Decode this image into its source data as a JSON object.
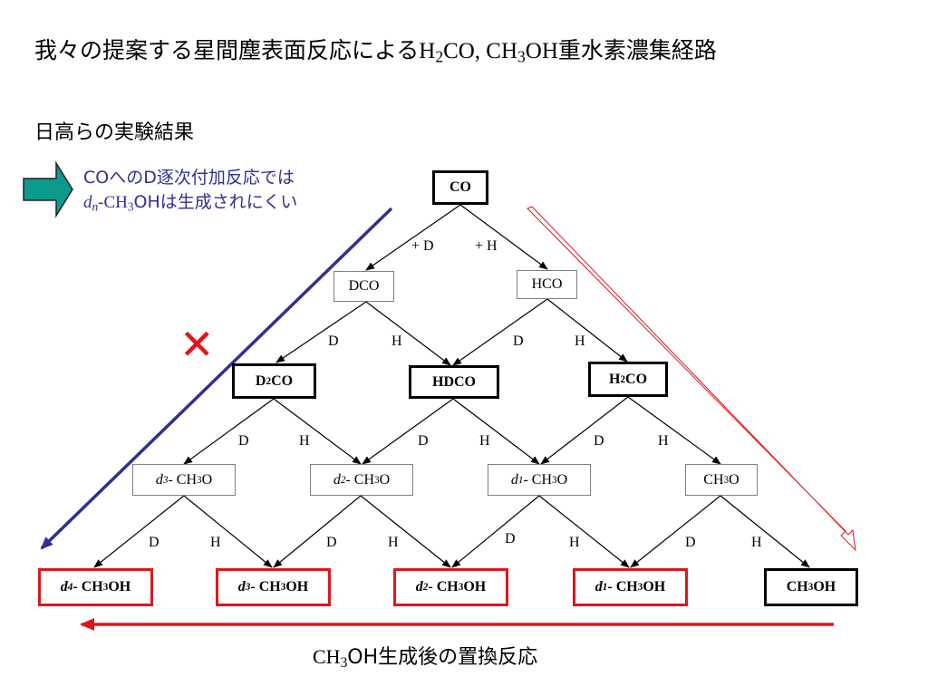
{
  "title": {
    "prefix": "我々の提案する星間塵表面反応による",
    "formula_a": "H",
    "formula_a_sub": "2",
    "formula_b": "CO, CH",
    "formula_b_sub": "3",
    "formula_c": "OH",
    "suffix": "重水素濃集経路"
  },
  "subtitle": "日高らの実験結果",
  "note": {
    "line1": "COへのD逐次付加反応では",
    "line2_pre": "d",
    "line2_sub_n": "n",
    "line2_mid": "-CH",
    "line2_sub": "3",
    "line2_post": "OHは生成されにくい"
  },
  "cross_mark": "✕",
  "nodes": {
    "co": "CO",
    "dco": "DCO",
    "hco": "HCO",
    "d2co": {
      "a": "D",
      "sub": "2",
      "b": "CO"
    },
    "hdco": "HDCO",
    "h2co": {
      "a": "H",
      "sub": "2",
      "b": "CO"
    },
    "d3_ch3o": {
      "d": "d",
      "dsub": "3",
      "a": "- CH",
      "sub": "3",
      "b": "O"
    },
    "d2_ch3o": {
      "d": "d",
      "dsub": "2",
      "a": "- CH",
      "sub": "3",
      "b": "O"
    },
    "d1_ch3o": {
      "d": "d",
      "dsub": "1",
      "a": "- CH",
      "sub": "3",
      "b": "O"
    },
    "ch3o": {
      "a": "CH",
      "sub": "3",
      "b": "O"
    },
    "d4_ch3oh": {
      "d": "d",
      "dsub": "4",
      "a": "- CH",
      "sub": "3",
      "b": "OH"
    },
    "d3_ch3oh": {
      "d": "d",
      "dsub": "3",
      "a": "- CH",
      "sub": "3",
      "b": "OH"
    },
    "d2_ch3oh": {
      "d": "d",
      "dsub": "2",
      "a": "- CH",
      "sub": "3",
      "b": "OH"
    },
    "d1_ch3oh": {
      "d": "d",
      "dsub": "1",
      "a": "- CH",
      "sub": "3",
      "b": "OH"
    },
    "ch3oh": {
      "a": "CH",
      "sub": "3",
      "b": "OH"
    }
  },
  "edge_labels": {
    "plus_d": "+ D",
    "plus_h": "+ H",
    "d": "D",
    "h": "H"
  },
  "bottom_label": {
    "a": "CH",
    "sub": "3",
    "b": "OH生成後の置換反応"
  },
  "colors": {
    "blue_arrow": "#2e3192",
    "red_arrow": "#e0161b",
    "teal_arrow": "#0c9a8c",
    "cross": "#e0161b"
  }
}
